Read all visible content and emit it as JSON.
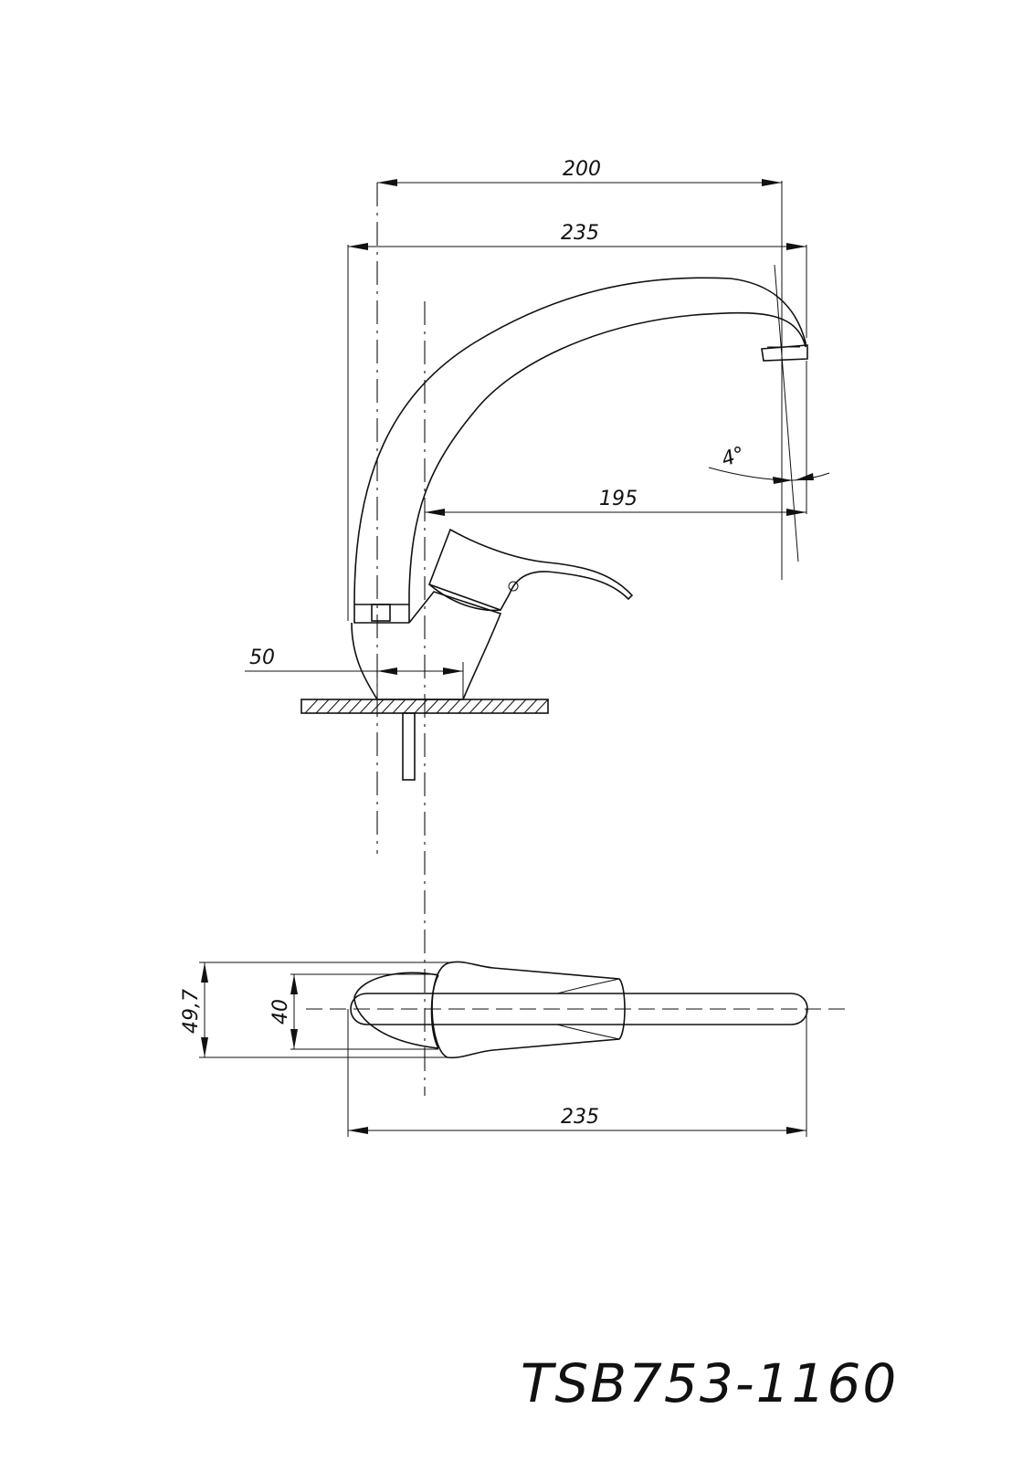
{
  "drawing": {
    "model": "TSB753-1160",
    "side_view": {
      "dim_spout_axis_reach": "200",
      "dim_overall_length": "235",
      "dim_spout_reach": "195",
      "dim_spout_angle": "4°",
      "dim_base_offset": "50"
    },
    "top_view": {
      "dim_body_width": "49,7",
      "dim_spout_width": "40",
      "dim_overall_length": "235"
    }
  }
}
